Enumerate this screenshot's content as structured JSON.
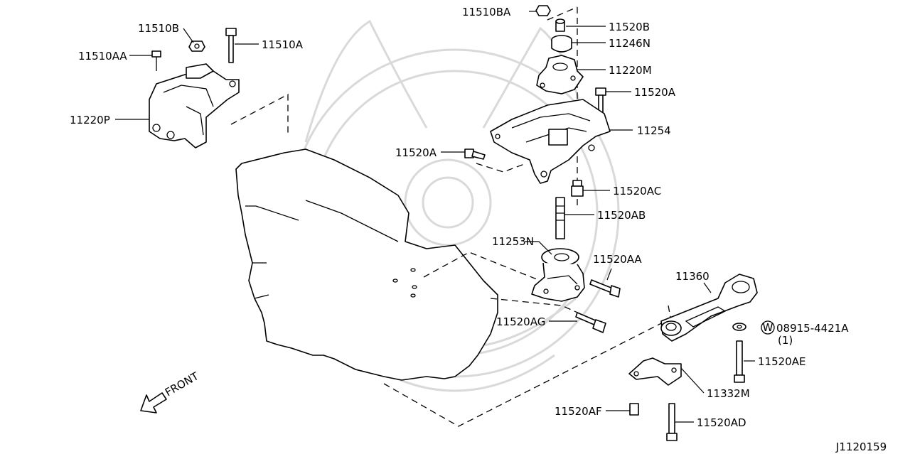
{
  "diagram": {
    "front_label": "FRONT",
    "ref_code": "J1120159",
    "callouts": [
      {
        "id": "11510BA"
      },
      {
        "id": "11520B"
      },
      {
        "id": "11246N"
      },
      {
        "id": "11220M"
      },
      {
        "id": "11520A"
      },
      {
        "id": "11254"
      },
      {
        "id": "11520A"
      },
      {
        "id": "11520AC"
      },
      {
        "id": "11520AB"
      },
      {
        "id": "11253N"
      },
      {
        "id": "11520AA"
      },
      {
        "id": "11520AG"
      },
      {
        "id": "11360"
      },
      {
        "id": "08915-4421A"
      },
      {
        "id": "(1)"
      },
      {
        "id": "11520AE"
      },
      {
        "id": "11332M"
      },
      {
        "id": "11520AF"
      },
      {
        "id": "11520AD"
      },
      {
        "id": "11510B"
      },
      {
        "id": "11510A"
      },
      {
        "id": "11510AA"
      },
      {
        "id": "11220P"
      }
    ],
    "washer_symbol": "W"
  }
}
